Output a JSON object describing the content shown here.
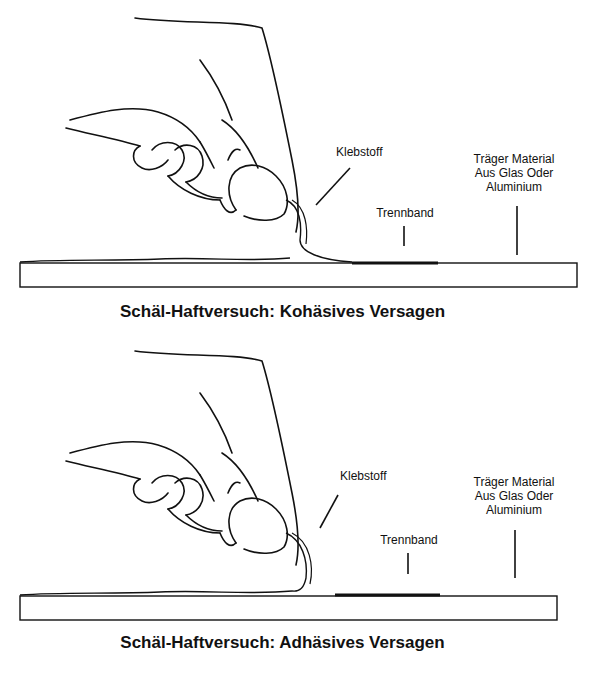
{
  "diagram": {
    "labels": [
      "Klebstoff",
      "Trennband",
      "Träger Material Aus Glas Oder Aluminium",
      "Schäl-Haftversuch: Kohäsives Versagen",
      "Klebstoff",
      "Trennband",
      "Träger Material Aus Glas Oder Aluminium",
      "Schäl-Haftversuch: Adhäsives Versagen"
    ]
  }
}
